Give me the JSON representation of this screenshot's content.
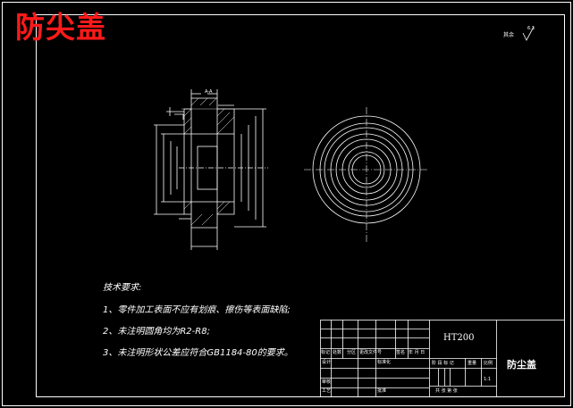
{
  "title": "防尖盖",
  "roughness": {
    "label": "其余",
    "value": "6.3"
  },
  "section_label": "A-A",
  "tech": {
    "heading": "技术要求:",
    "items": [
      "1、零件加工表面不应有划痕、擦伤等表面缺陷;",
      "2、未注明圆角均为R2-R8;",
      "3、未注明形状公差应符合GB1184-80的要求。"
    ]
  },
  "title_block": {
    "material": "HT200",
    "part_name": "防尘盖",
    "scale": "1:1",
    "header_labels": [
      "标记",
      "处数",
      "分区",
      "更改文件号",
      "签名",
      "年 月 日"
    ],
    "row_labels": [
      "设计",
      "审核",
      "工艺"
    ],
    "mid_labels": [
      "标准化",
      "批准"
    ],
    "stage_labels": [
      "阶 段 标 记",
      "重量",
      "比例"
    ],
    "bottom_labels": [
      "共 张 第 张"
    ]
  },
  "colors": {
    "background": "#000000",
    "line": "#ffffff",
    "title": "#ff1a1a"
  }
}
